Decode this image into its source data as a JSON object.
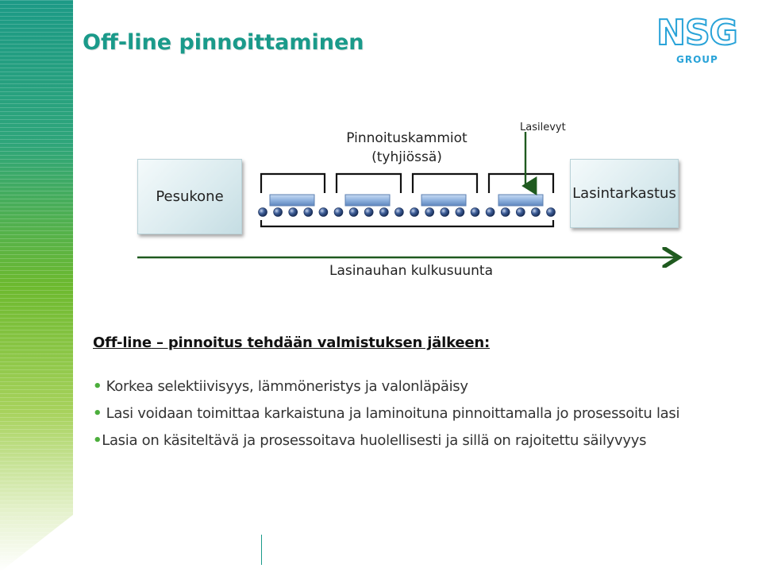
{
  "slide": {
    "title": "Off-line pinnoittaminen",
    "logo": {
      "main": "NSG",
      "sub": "GROUP"
    }
  },
  "diagram": {
    "left_box": "Pesukone",
    "right_box": "Lasintarkastus",
    "chambers_label_line1": "Pinnoituskammiot",
    "chambers_label_line2": "(tyhjiössä)",
    "glass_label": "Lasilevyt",
    "direction_label": "Lasinauhan kulkusuunta",
    "colors": {
      "arrow": "#1f5a1f",
      "chamber": "#111111",
      "glass": "#7fa7d8",
      "roller": "#2f4c80"
    }
  },
  "content": {
    "heading_part1": "Off-line",
    "heading_part2": " – pinnoitus tehdään valmistuksen jälkeen:",
    "bullets": [
      "Korkea selektiivisyys,  lämmöneristys ja valonläpäisy",
      "Lasi voidaan toimittaa karkaistuna ja laminoituna pinnoittamalla jo prosessoitu lasi",
      "Lasia on käsiteltävä ja prosessoitava huolellisesti ja sillä on rajoitettu säilyvyys"
    ],
    "bullet_color": "#4cae3c"
  }
}
